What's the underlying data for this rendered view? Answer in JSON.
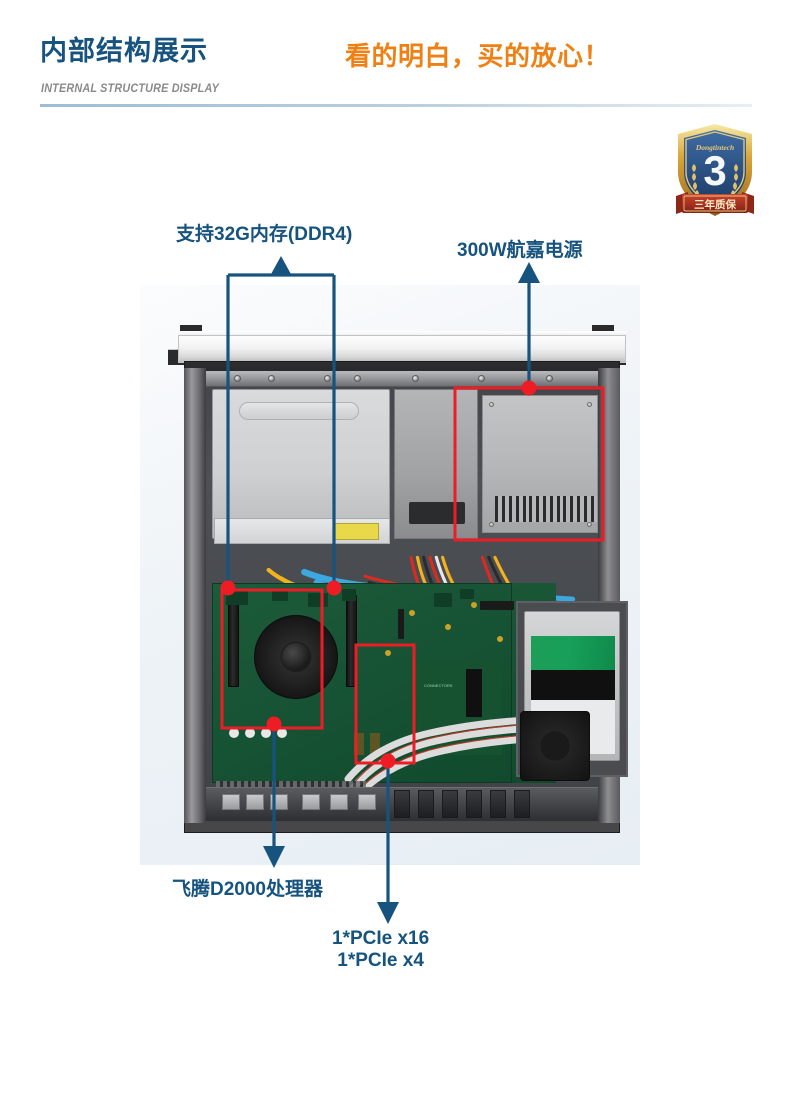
{
  "header": {
    "title": "内部结构展示",
    "subtitle": "INTERNAL STRUCTURE DISPLAY",
    "slogan": "看的明白，买的放心！",
    "title_color": "#16537e",
    "slogan_color": "#ee8014"
  },
  "badge": {
    "brand": "Dongtintech",
    "number": "3",
    "ribbon_text": "三年质保"
  },
  "annotations": {
    "memory": {
      "label": "支持32G内存(DDR4)",
      "marker": "bracket-up-arrow",
      "targets": 2
    },
    "power_supply": {
      "label": "300W航嘉电源",
      "marker": "arrow-up",
      "targets": 1
    },
    "cpu": {
      "label": "飞腾D2000处理器",
      "marker": "arrow-down",
      "targets": 1
    },
    "pcie": {
      "label_line1": "1*PCIe x16",
      "label_line2": "1*PCIe x4",
      "marker": "arrow-down",
      "targets": 1
    }
  },
  "colors": {
    "accent_blue": "#16537e",
    "accent_orange": "#ee8014",
    "highlight_red": "#ee1c25",
    "rule_blue": "#9dbdd4"
  },
  "photo": {
    "subject": "rackmount-server-interior",
    "components": {
      "drive_bay": "drive-bay-panel",
      "psu": "power-supply-unit",
      "motherboard": "motherboard",
      "cpu_cooler": "cpu-fan-cooler",
      "dimm_slots": "memory-slots",
      "hard_drive": "seagate-barracuda-hdd",
      "rear_io": "rear-io-panel",
      "system_fan": "system-fan"
    }
  }
}
